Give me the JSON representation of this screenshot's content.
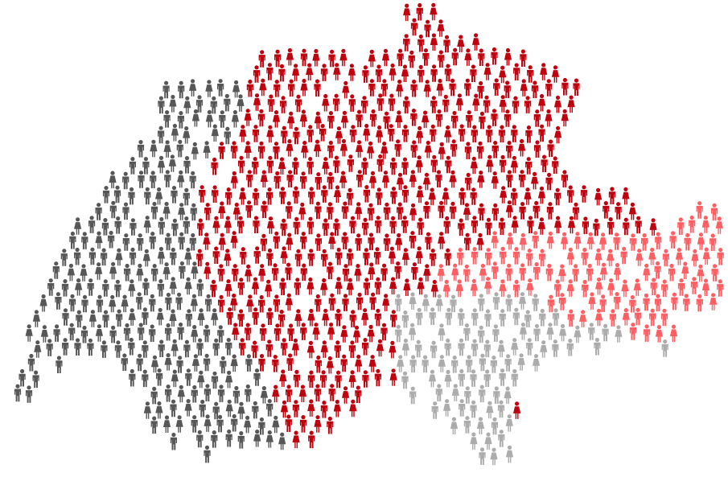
{
  "figure": {
    "type": "pictogram-map",
    "icon": "person-icon",
    "groups": [
      {
        "id": "west",
        "color": "#575757"
      },
      {
        "id": "north-central",
        "color": "#c0020e"
      },
      {
        "id": "south",
        "color": "#acacac"
      },
      {
        "id": "east",
        "color": "#ff5f63"
      }
    ]
  }
}
